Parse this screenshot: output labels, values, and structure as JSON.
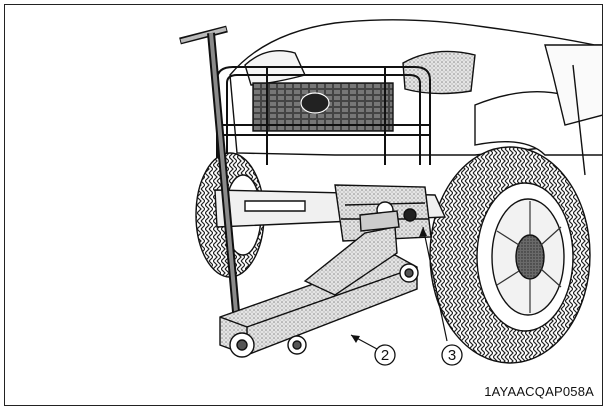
{
  "figure": {
    "code": "1AYAACQAP058A",
    "callouts": {
      "jack": "2",
      "point": "3"
    }
  }
}
